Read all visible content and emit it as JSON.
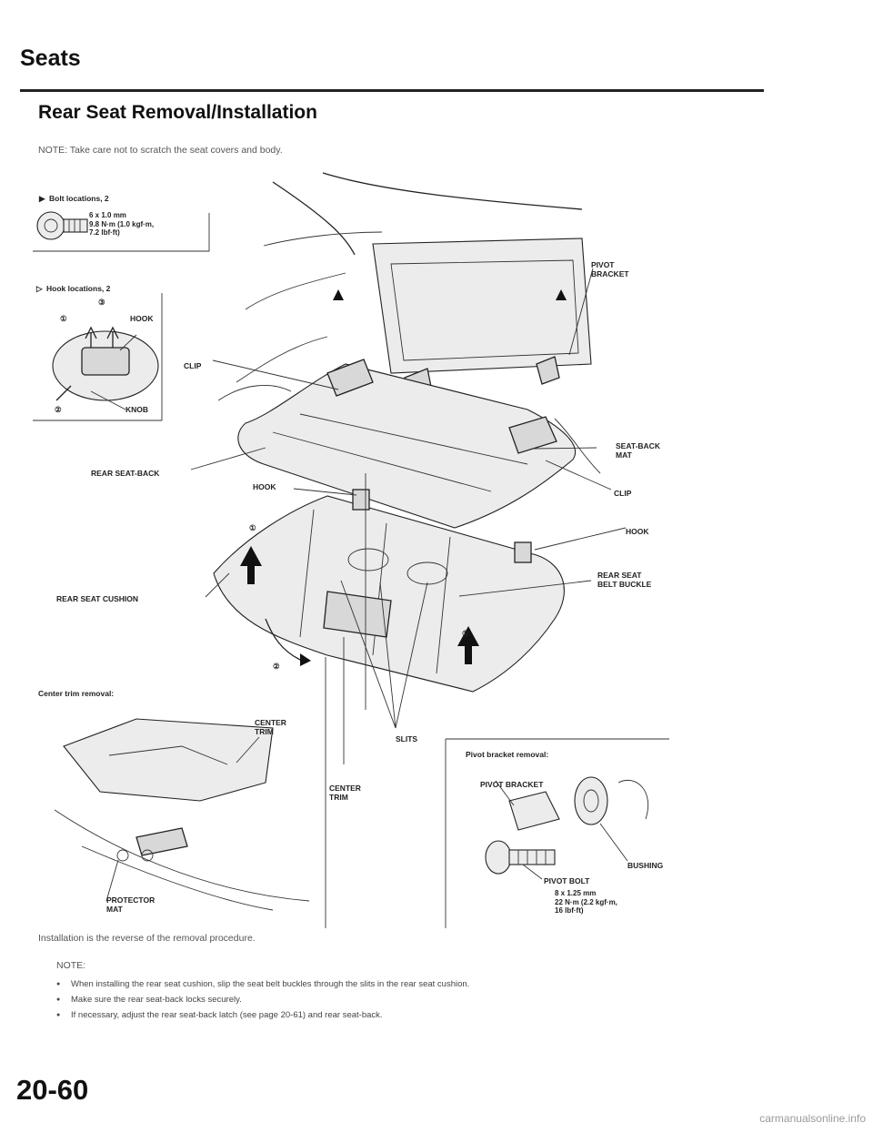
{
  "header": {
    "section_title": "Seats",
    "page_heading": "Rear Seat Removal/Installation"
  },
  "note_top": "NOTE: Take care not to scratch the seat covers and body.",
  "legend": {
    "bolt": {
      "marker": "▶",
      "label": "Bolt locations, 2"
    },
    "bolt_spec": "6 x 1.0 mm\n9.8 N·m (1.0 kgf·m,\n7.2 lbf·ft)",
    "hook": {
      "marker": "▷",
      "label": "Hook locations, 2"
    },
    "hook_detail": {
      "step1": "①",
      "step2": "②",
      "step3": "③",
      "hook_label": "HOOK",
      "knob_label": "KNOB"
    }
  },
  "callouts": {
    "pivot_bracket": "PIVOT\nBRACKET",
    "clip_left": "CLIP",
    "clip_right": "CLIP",
    "seat_back_mat": "SEAT-BACK\nMAT",
    "rear_seat_back": "REAR SEAT-BACK",
    "hook_left": "HOOK",
    "hook_right": "HOOK",
    "rear_seat_belt_buckle": "REAR SEAT\nBELT BUCKLE",
    "rear_seat_cushion": "REAR SEAT CUSHION",
    "slits": "SLITS",
    "center_trim": "CENTER\nTRIM",
    "step1": "①",
    "step2": "②"
  },
  "center_trim_removal": {
    "title": "Center trim removal:",
    "center_trim": "CENTER\nTRIM",
    "protector_mat": "PROTECTOR\nMAT"
  },
  "pivot_bracket_removal": {
    "title": "Pivot bracket removal:",
    "pivot_bracket": "PIVOT BRACKET",
    "bushing": "BUSHING",
    "pivot_bolt": "PIVOT BOLT",
    "bolt_spec": "8 x 1.25 mm\n22 N·m (2.2 kgf·m,\n16 lbf·ft)"
  },
  "instruction": "Installation is the reverse of the removal procedure.",
  "notes": {
    "title": "NOTE:",
    "items": [
      "When installing the rear seat cushion, slip the seat belt buckles through the slits in the rear seat cushion.",
      "Make sure the rear seat-back locks securely.",
      "If necessary, adjust the rear seat-back latch (see page 20-61) and rear seat-back."
    ]
  },
  "page_number": "20-60",
  "footer": "carmanualsonline.info"
}
